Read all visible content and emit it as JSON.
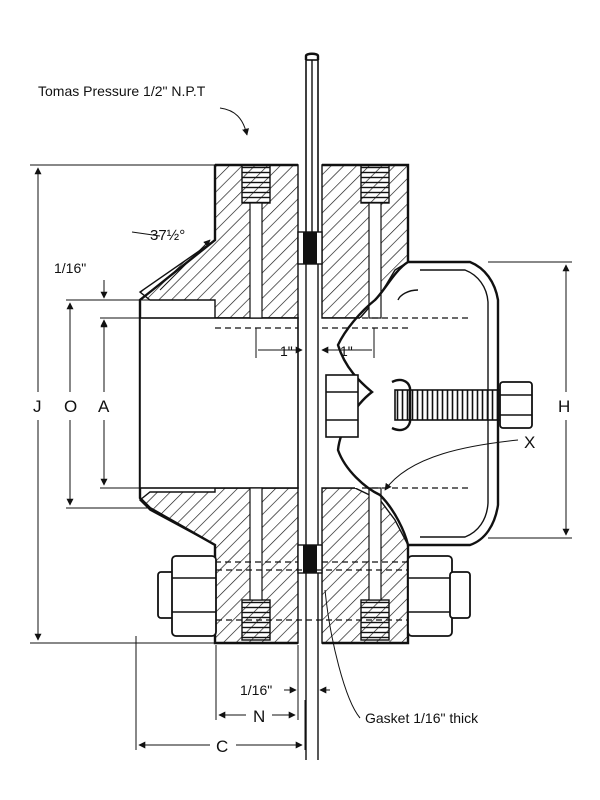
{
  "labels": {
    "tap_note": "Tomas Pressure 1/2\" N.P.T",
    "angle": "37½°",
    "gap_top": "1/16\"",
    "one_left": "1\"",
    "one_right": "1\"",
    "J": "J",
    "O": "O",
    "A": "A",
    "H": "H",
    "X": "X",
    "gap_bottom": "1/16\"",
    "N": "N",
    "C": "C",
    "gasket_note": "Gasket 1/16\" thick"
  }
}
